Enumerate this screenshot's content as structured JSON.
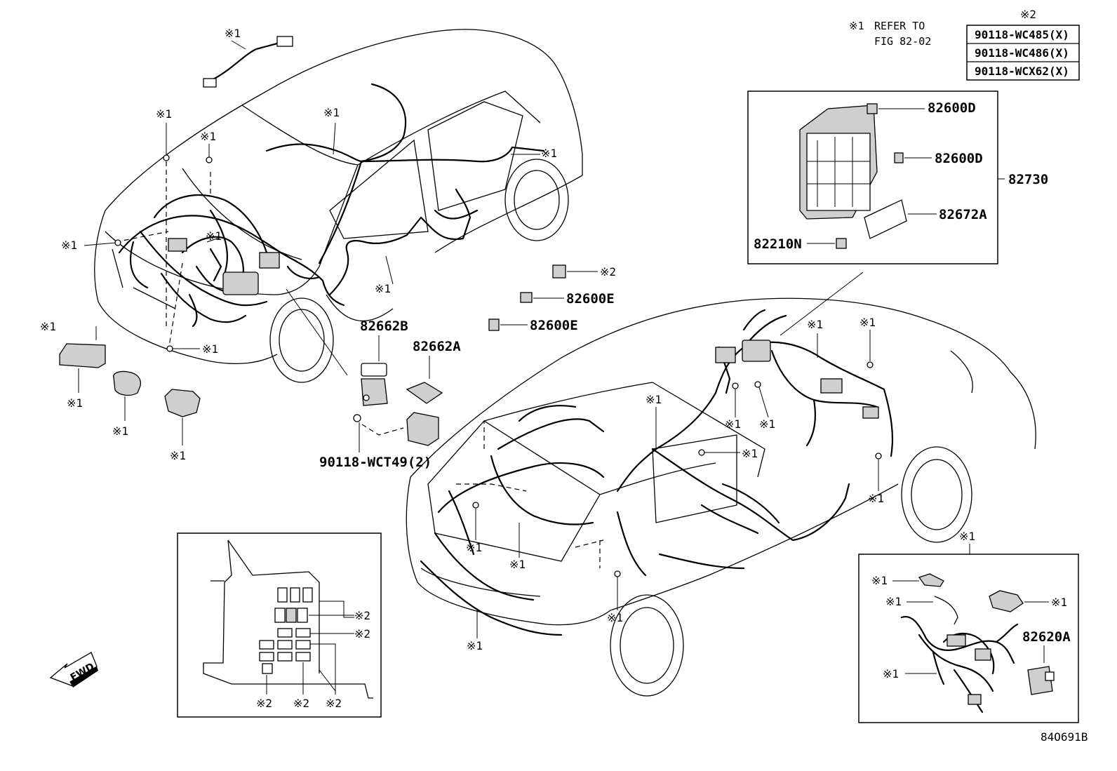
{
  "note": {
    "mark": "※1",
    "line1": "REFER TO",
    "line2": "FIG 82-02"
  },
  "table": {
    "header": "※2",
    "rows": [
      "90118-WC485(X)",
      "90118-WC486(X)",
      "90118-WCX62(X)"
    ]
  },
  "refs": {
    "r1": "※1",
    "r2": "※2"
  },
  "parts": {
    "p82600D": "82600D",
    "p82730": "82730",
    "p82672A": "82672A",
    "p82210N": "82210N",
    "p82600E": "82600E",
    "p82662B": "82662B",
    "p82662A": "82662A",
    "p90118WCT49": "90118-WCT49(2)",
    "p82620A": "82620A"
  },
  "fwd": "FWD",
  "figure_id": "84O691B"
}
